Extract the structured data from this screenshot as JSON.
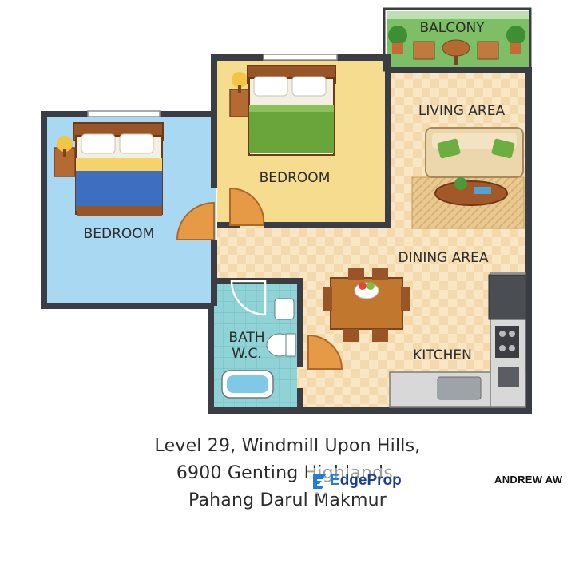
{
  "rooms": {
    "balcony": "BALCONY",
    "living": "LIVING AREA",
    "bedroom_master": "BEDROOM",
    "bedroom_second": "BEDROOM",
    "dining": "DINING AREA",
    "bath_line1": "BATH",
    "bath_line2": "W.C.",
    "kitchen": "KITCHEN"
  },
  "address": {
    "line1": "Level 29, Windmill Upon Hills,",
    "line2": "6900 Genting Highlands,",
    "line3": "Pahang Darul Makmur"
  },
  "agent_name": "ANDREW AW",
  "watermark": {
    "brand_e": "E",
    "brand_rest": "dgeProp"
  },
  "colors": {
    "wall": "#3a3d44",
    "bedroom_blue": "#a9d8f2",
    "bedroom_yellow": "#f6dc8f",
    "floor_tile": "#f8e2bd",
    "bath_floor": "#86cfd3",
    "brand_blue": "#1c3f95"
  }
}
